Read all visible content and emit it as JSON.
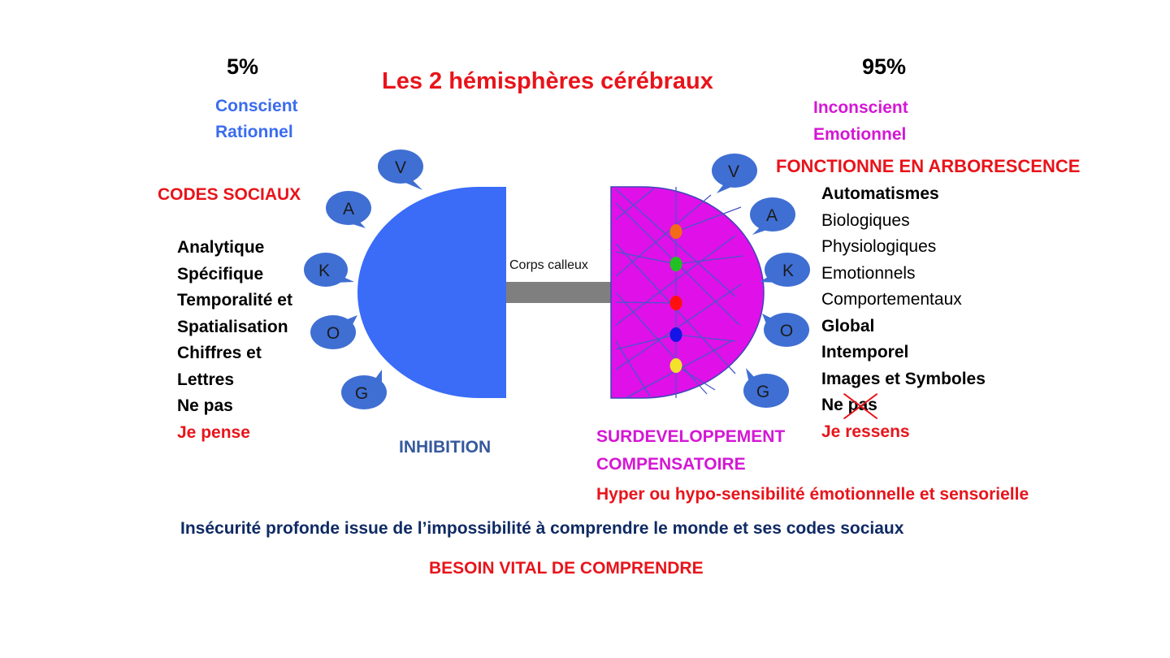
{
  "title": "Les 2 hémisphères cérébraux",
  "left": {
    "percent": "5%",
    "conscient": "Conscient",
    "rationnel": "Rationnel",
    "codes": "CODES SOCIAUX",
    "items": [
      "Analytique",
      "Spécifique",
      "Temporalité et",
      "Spatialisation",
      "Chiffres et",
      "Lettres",
      "Ne pas"
    ],
    "je": "Je pense",
    "inhibition": "INHIBITION"
  },
  "right": {
    "percent": "95%",
    "inconscient": "Inconscient",
    "emotionnel": "Emotionnel",
    "fonctionne": "FONCTIONNE EN ARBORESCENCE",
    "items_bold_top": [
      "Automatismes"
    ],
    "items_normal": [
      "Biologiques",
      "Physiologiques",
      "Emotionnels",
      "Comportementaux"
    ],
    "items_bold": [
      "Global",
      "Intemporel",
      "Images et Symboles"
    ],
    "ne_pas": "Ne pas",
    "je": "Je ressens",
    "surdev1": "SURDEVELOPPEMENT",
    "surdev2": "COMPENSATOIRE",
    "hyper": "Hyper ou hypo-sensibilité émotionnelle et sensorielle"
  },
  "corps_calleux": "Corps calleux",
  "bubbles": [
    "V",
    "A",
    "K",
    "O",
    "G"
  ],
  "insecurite": "Insécurité profonde issue de l’impossibilité à comprendre le monde et ses codes sociaux",
  "besoin": "BESOIN VITAL DE COMPRENDRE",
  "colors": {
    "left_hemisphere": "#3a6cf8",
    "right_hemisphere": "#e010e8",
    "bubble": "#3f6fd3",
    "bridge": "#7f7f7f",
    "dots": [
      "#f36b16",
      "#22c022",
      "#ff1010",
      "#1414e6",
      "#f2e22a"
    ]
  }
}
